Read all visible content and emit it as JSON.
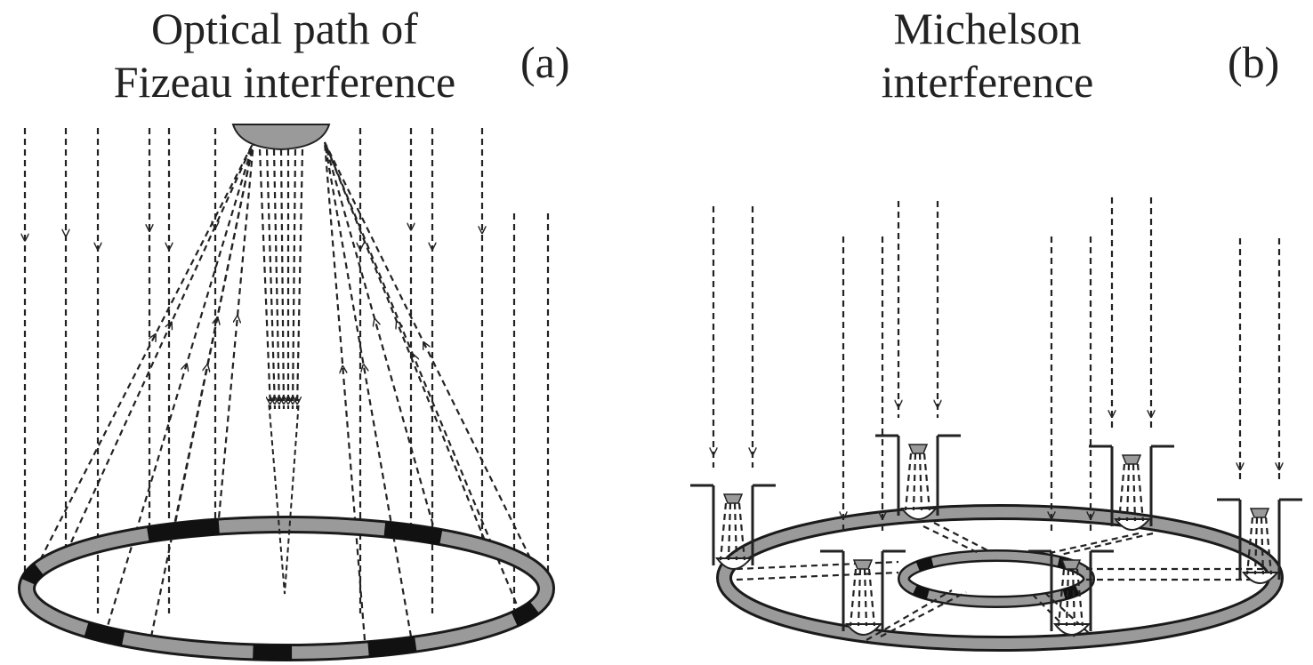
{
  "panels": [
    {
      "title_lines": [
        "Optical path of",
        "Fizeau interference"
      ],
      "label": "(a)"
    },
    {
      "title_lines": [
        "Michelson",
        "interference"
      ],
      "label": "(b)"
    }
  ],
  "colors": {
    "ring_fill": "#9a9a9a",
    "ring_stroke": "#1a1a1a",
    "mirror_fill": "#9a9a9a",
    "segment": "#111111",
    "ray": "#222222"
  }
}
